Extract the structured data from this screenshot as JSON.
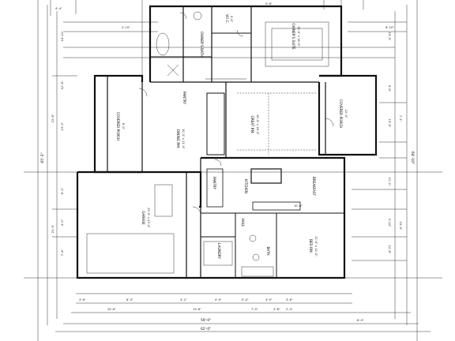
{
  "rooms": [
    {
      "id": "owners-suite",
      "label": "OWNER'S SUITE",
      "dim": "15'-0\" x 16'-0\""
    },
    {
      "id": "wic",
      "label": "W.I.C.",
      "dim": "9'-6\""
    },
    {
      "id": "owners-bath",
      "label": "OWNER'S BATH",
      "dim": ""
    },
    {
      "id": "pantry",
      "label": "PANTRY",
      "dim": ""
    },
    {
      "id": "dining",
      "label": "DINING RM.",
      "dim": "10'-3\" x 11'-0\""
    },
    {
      "id": "great-rm",
      "label": "GREAT RM.",
      "dim": "16'-0\" x 18'-0\""
    },
    {
      "id": "covered-porch-left",
      "label": "COVERED PORCH",
      "dim": "6'-0\""
    },
    {
      "id": "covered-porch-right",
      "label": "COVERED PORCH",
      "dim": "12'-0\""
    },
    {
      "id": "garage",
      "label": "GARAGE",
      "dim": "23'-0\" x 23'-0\""
    },
    {
      "id": "kitchen",
      "label": "KITCHEN",
      "dim": ""
    },
    {
      "id": "breakfast",
      "label": "BREAKFAST",
      "dim": "10'-6\""
    },
    {
      "id": "pantry2",
      "label": "PANTRY",
      "dim": ""
    },
    {
      "id": "laundry",
      "label": "LAUNDRY",
      "dim": ""
    },
    {
      "id": "bath",
      "label": "BATH",
      "dim": ""
    },
    {
      "id": "bed",
      "label": "BED RM.",
      "dim": "11'-0\" x 12'-0\""
    },
    {
      "id": "hall",
      "label": "HALL",
      "dim": ""
    }
  ],
  "dimensions": {
    "left_stack": [
      "14'-10\"",
      "12'-8\"",
      "13'-0\"",
      "23'-8\"",
      "6'-3\"",
      "21'-5\"",
      "4'-0\"",
      "7'-4\""
    ],
    "left_total": "65'-3\"",
    "right_stack": [
      "15'-0\"",
      "4'-6\"",
      "13'-6\"",
      "7'-1\"",
      "11'-2\"",
      "3'-10\"",
      "12'-8\"",
      "15'-9\""
    ],
    "right_total": "64'-10\"",
    "top": [
      "4'-4\"",
      "2'-10\"",
      "5'-6\"",
      "6'-10\""
    ],
    "bottom_row1": [
      "3'-6\"",
      "8'-3\"",
      "3'-2\"",
      "5'-9\"",
      "5'-0\"",
      "3'-9\"",
      "3'-6\""
    ],
    "bottom_row2": [
      "24'-6\"",
      "13'-8\"",
      "7'-0\"",
      "3'-8\"",
      "2'-4\""
    ],
    "bottom_row3": "59'-0\"",
    "bottom_total": "62'-0\"",
    "bottom_right": "8'-0\""
  }
}
